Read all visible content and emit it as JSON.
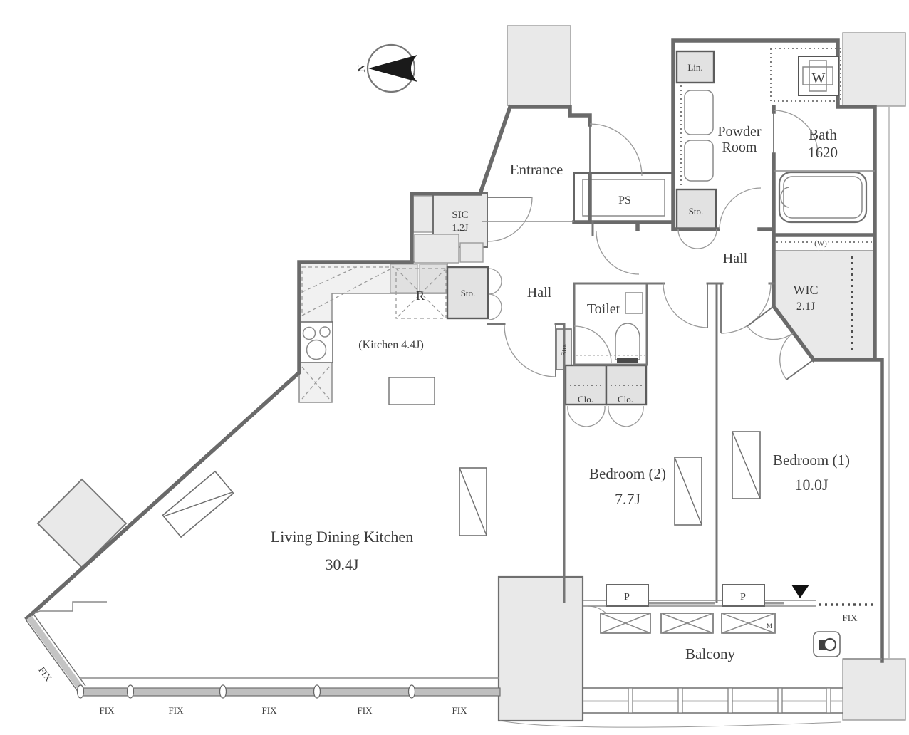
{
  "plan_type": "apartment-floor-plan",
  "compass": {
    "north_label": "N"
  },
  "rooms": {
    "entrance": {
      "label": "Entrance"
    },
    "sic": {
      "label": "SIC",
      "size": "1.2J"
    },
    "ps": {
      "label": "PS"
    },
    "linen": {
      "label": "Lin."
    },
    "powder_room": {
      "label_line1": "Powder",
      "label_line2": "Room"
    },
    "bath": {
      "label": "Bath",
      "size": "1620"
    },
    "washer": {
      "label": "W"
    },
    "hall_front": {
      "label": "Hall"
    },
    "hall_inner": {
      "label": "Hall"
    },
    "toilet": {
      "label": "Toilet"
    },
    "wic": {
      "label": "WIC",
      "size": "2.1J",
      "pipe_mark": "(W)"
    },
    "kitchen": {
      "label": "(Kitchen 4.4J)"
    },
    "refrigerator": {
      "label": "R"
    },
    "bedroom2": {
      "label": "Bedroom (2)",
      "size": "7.7J"
    },
    "bedroom1": {
      "label": "Bedroom (1)",
      "size": "10.0J"
    },
    "ldk": {
      "label": "Living Dining Kitchen",
      "size": "30.4J"
    },
    "balcony": {
      "label": "Balcony"
    }
  },
  "storage": {
    "sto_powder": "Sto.",
    "sto_hall": "Sto.",
    "sto_toilet": "Sto.",
    "closet1": "Clo.",
    "closet2": "Clo."
  },
  "markers": {
    "pipe1": "P",
    "pipe2": "P",
    "meter": "M",
    "fix_windows": [
      "FIX",
      "FIX",
      "FIX",
      "FIX",
      "FIX"
    ],
    "fix_diagonal": "FIX",
    "fix_bedroom1": "FIX"
  },
  "colors": {
    "wall": "#6a6a6a",
    "gray_fill": "#e9e9e9",
    "window_band": "#bfbfbf",
    "black": "#1a1a1a",
    "text": "#3c3c3c"
  }
}
